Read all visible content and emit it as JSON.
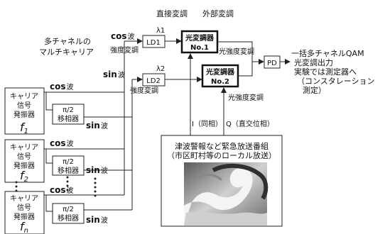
{
  "header": {
    "direct_mod": "直接変調",
    "external_mod": "外部変調",
    "multicarrier": [
      "多チャネルの",
      "マルチキャリア"
    ]
  },
  "carriers": [
    {
      "title": [
        "キャリア",
        "信号",
        "発振器"
      ],
      "f": "f",
      "sub": "1",
      "cos": "cos",
      "sin": "sin",
      "wave": "波",
      "shifter": [
        "π/2",
        "移相器"
      ]
    },
    {
      "title": [
        "キャリア",
        "信号",
        "発振器"
      ],
      "f": "f",
      "sub": "2",
      "cos": "cos",
      "sin": "sin",
      "wave": "波",
      "shifter": [
        "π/2",
        "移相器"
      ]
    },
    {
      "title": [
        "キャリア",
        "信号",
        "発振器"
      ],
      "f": "f",
      "sub": "n",
      "cos": "cos",
      "sin": "sin",
      "wave": "波",
      "shifter": [
        "π/2",
        "移相器"
      ]
    }
  ],
  "ld": [
    {
      "lambda": "λ1",
      "label": "LD1",
      "input": "cos",
      "wave": "波",
      "mod": "強度変調"
    },
    {
      "lambda": "λ2",
      "label": "LD2",
      "input": "sin",
      "wave": "波",
      "mod": "強度変調"
    }
  ],
  "modulators": [
    {
      "line1": "光変調器",
      "line2": "No.1",
      "out": "光強度変調"
    },
    {
      "line1": "光変調器",
      "line2": "No.2",
      "out": "光強度変調"
    }
  ],
  "pd": "PD",
  "output_text": [
    "一括多チャネルQAM",
    "光変調出力",
    "実験では測定器へ",
    "（コンスタレーション",
    "測定）"
  ],
  "iq": {
    "i": "I（同相）",
    "q": "Q（直交位相）"
  },
  "broadcast": [
    "津波警報など緊急放送番組",
    "（市区町村等のローカル放送）"
  ],
  "colors": {
    "line": "#222222",
    "wave_dark": "#3c3c3c",
    "wave_light": "#e6e6e6"
  }
}
